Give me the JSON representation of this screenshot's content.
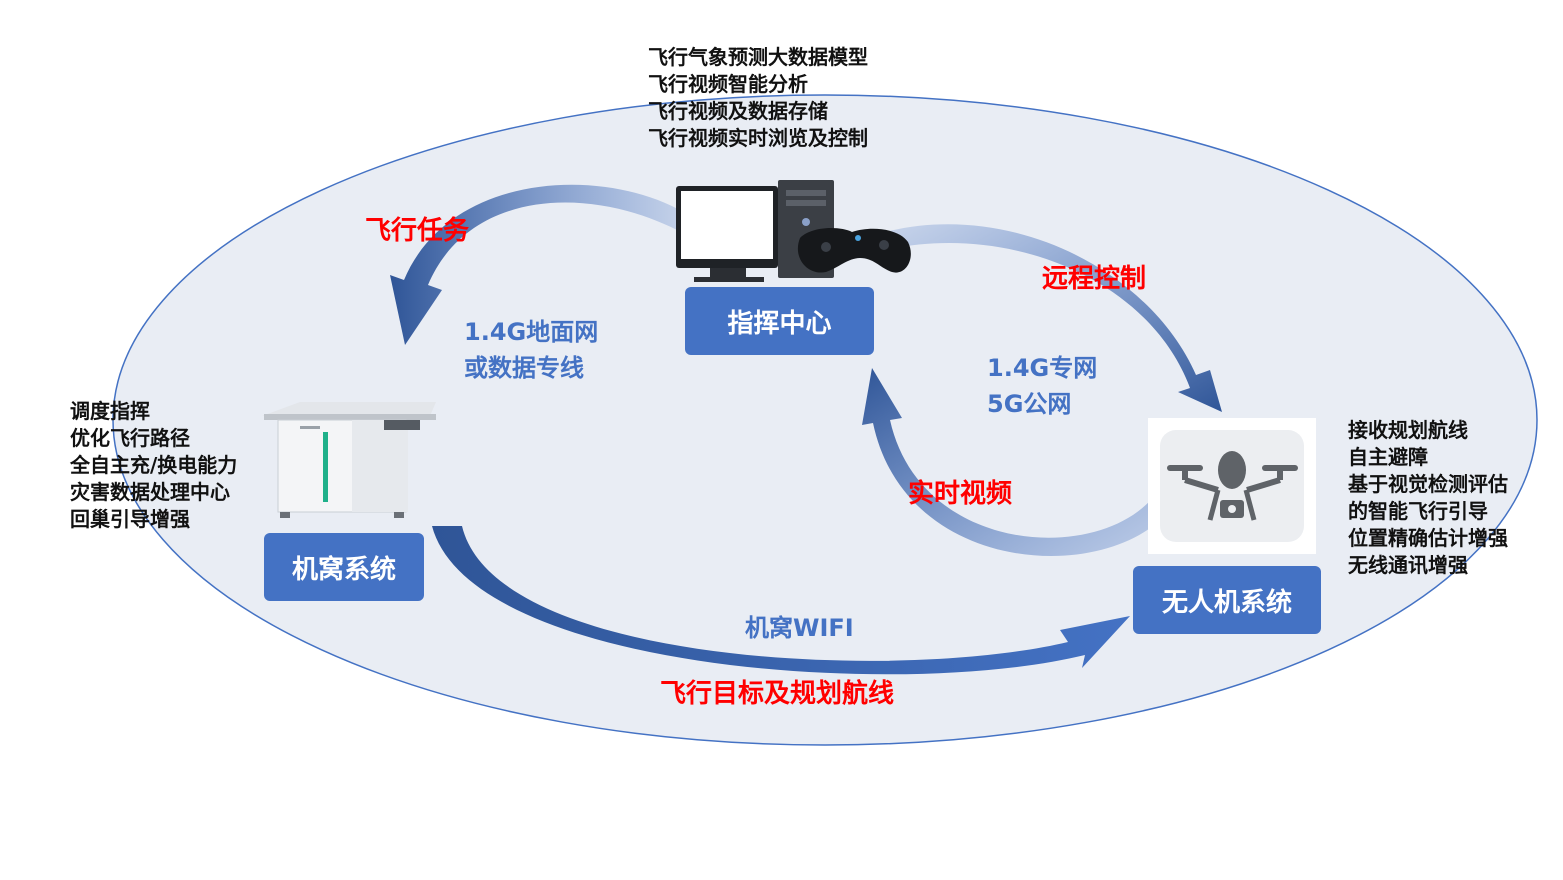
{
  "colors": {
    "box_fill": "#4472c4",
    "arrow": "#4472c4",
    "red_text": "#ff0000",
    "blue_text": "#4472c4",
    "ellipse_fill": "#e9edf4",
    "ellipse_stroke": "#4472c4"
  },
  "nodes": {
    "command_center": {
      "label": "指挥中心",
      "icon": "computer-with-gamepad-icon"
    },
    "nest": {
      "label": "机窝系统",
      "icon": "drone-nest-station-icon"
    },
    "drone": {
      "label": "无人机系统",
      "icon": "drone-icon"
    }
  },
  "features": {
    "command_center": [
      "飞行气象预测大数据模型",
      "飞行视频智能分析",
      "飞行视频及数据存储",
      "飞行视频实时浏览及控制"
    ],
    "nest": [
      "调度指挥",
      "优化飞行路径",
      "全自主充/换电能力",
      "灾害数据处理中心",
      "回巢引导增强"
    ],
    "drone": [
      "接收规划航线",
      "自主避障",
      "基于视觉检测评估",
      "的智能飞行引导",
      "位置精确估计增强",
      "无线通讯增强"
    ]
  },
  "flows": {
    "flight_task": "飞行任务",
    "remote_control": "远程控制",
    "realtime_video": "实时视频",
    "flight_target": "飞行目标及规划航线"
  },
  "networks": {
    "ground_network": [
      "1.4G地面网",
      "或数据专线"
    ],
    "private_public": [
      "1.4G专网",
      "5G公网"
    ],
    "nest_wifi": "机窝WIFI"
  }
}
